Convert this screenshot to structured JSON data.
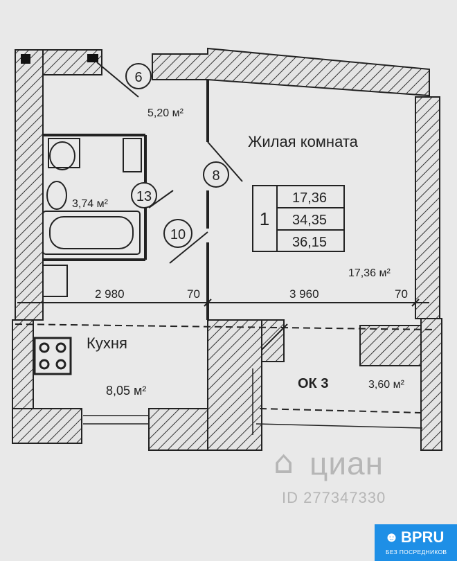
{
  "rooms": {
    "living_title": "Жилая комната",
    "living_area": "17,36 м²",
    "corridor_area": "5,20 м²",
    "bath_area": "3,74 м²",
    "kitchen_title": "Кухня",
    "kitchen_area": "8,05 м²",
    "loggia_title": "ОК 3",
    "loggia_area": "3,60 м²"
  },
  "markers": {
    "m6": "6",
    "m8": "8",
    "m13": "13",
    "m10": "10"
  },
  "apartment_table": {
    "rooms_count": "1",
    "living": "17,36",
    "total": "34,35",
    "total_with_loggia": "36,15"
  },
  "dimensions": {
    "left_width": "2 980",
    "left_wall": "70",
    "right_width": "3 960",
    "right_wall": "70"
  },
  "watermark": {
    "brand": "циан",
    "logo_icon": "house-outline-icon",
    "id_text": "ID 277347330"
  },
  "badge": {
    "name": "BPRU",
    "subtitle": "БЕЗ ПОСРЕДНИКОВ",
    "icon": "people-icon",
    "color": "#1e8fe6"
  }
}
